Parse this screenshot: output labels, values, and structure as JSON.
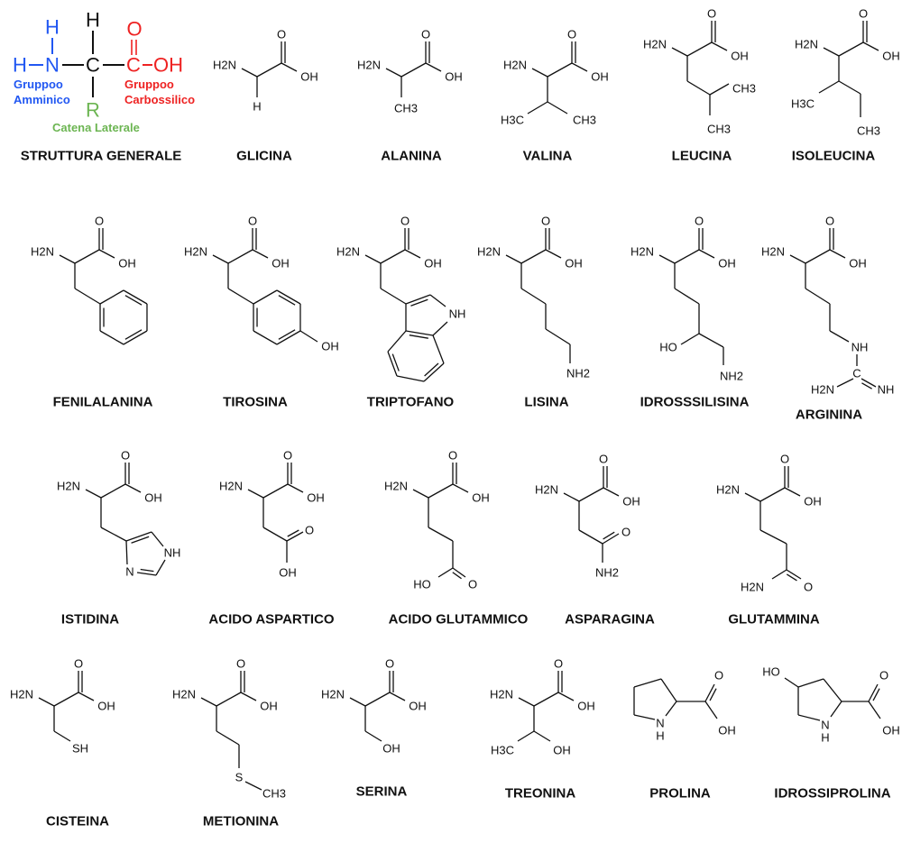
{
  "colors": {
    "amino": "#2157f2",
    "carboxyl": "#ee2222",
    "side_chain": "#6cb552",
    "bond": "#111111"
  },
  "general": {
    "name": "STRUTTURA GENERALE",
    "h_amino_top": "H",
    "h_amino_left": "H",
    "n_amino": "N",
    "c_alpha": "C",
    "h_alpha": "H",
    "c_carboxyl": "C",
    "o_carboxyl": "O",
    "oh_carboxyl": "OH",
    "r_group": "R",
    "amino_label_1": "Gruppoo",
    "amino_label_2": "Amminico",
    "carboxyl_label_1": "Gruppoo",
    "carboxyl_label_2": "Carbossilico",
    "side_chain_label": "Catena Laterale"
  },
  "amino_acids": [
    {
      "name": "GLICINA",
      "atoms": [
        "H2N",
        "O",
        "OH",
        "H"
      ]
    },
    {
      "name": "ALANINA",
      "atoms": [
        "H2N",
        "O",
        "OH",
        "CH3"
      ]
    },
    {
      "name": "VALINA",
      "atoms": [
        "H2N",
        "O",
        "OH",
        "H3C",
        "CH3"
      ]
    },
    {
      "name": "LEUCINA",
      "atoms": [
        "H2N",
        "O",
        "OH",
        "CH3",
        "CH3"
      ]
    },
    {
      "name": "ISOLEUCINA",
      "atoms": [
        "H2N",
        "O",
        "OH",
        "H3C",
        "CH3"
      ]
    },
    {
      "name": "FENILALANINA",
      "atoms": [
        "H2N",
        "O",
        "OH"
      ]
    },
    {
      "name": "TIROSINA",
      "atoms": [
        "H2N",
        "O",
        "OH",
        "OH"
      ]
    },
    {
      "name": "TRIPTOFANO",
      "atoms": [
        "H2N",
        "O",
        "OH",
        "NH"
      ]
    },
    {
      "name": "LISINA",
      "atoms": [
        "H2N",
        "O",
        "OH",
        "NH2"
      ]
    },
    {
      "name": "IDROSSSILISINA",
      "atoms": [
        "H2N",
        "O",
        "OH",
        "HO",
        "NH2"
      ]
    },
    {
      "name": "ARGININA",
      "atoms": [
        "H2N",
        "O",
        "OH",
        "NH",
        "C",
        "H2N",
        "NH"
      ]
    },
    {
      "name": "ISTIDINA",
      "atoms": [
        "H2N",
        "O",
        "OH",
        "NH",
        "N"
      ]
    },
    {
      "name": "ACIDO ASPARTICO",
      "atoms": [
        "H2N",
        "O",
        "OH",
        "O",
        "OH"
      ]
    },
    {
      "name": "ACIDO GLUTAMMICO",
      "atoms": [
        "H2N",
        "O",
        "OH",
        "HO",
        "O"
      ]
    },
    {
      "name": "ASPARAGINA",
      "atoms": [
        "H2N",
        "O",
        "OH",
        "O",
        "NH2"
      ]
    },
    {
      "name": "GLUTAMMINA",
      "atoms": [
        "H2N",
        "O",
        "OH",
        "H2N",
        "O"
      ]
    },
    {
      "name": "CISTEINA",
      "atoms": [
        "H2N",
        "O",
        "OH",
        "SH"
      ]
    },
    {
      "name": "METIONINA",
      "atoms": [
        "H2N",
        "O",
        "OH",
        "S",
        "CH3"
      ]
    },
    {
      "name": "SERINA",
      "atoms": [
        "H2N",
        "O",
        "OH",
        "OH"
      ]
    },
    {
      "name": "TREONINA",
      "atoms": [
        "H2N",
        "O",
        "OH",
        "H3C",
        "OH"
      ]
    },
    {
      "name": "PROLINA",
      "atoms": [
        "N",
        "H",
        "O",
        "OH"
      ]
    },
    {
      "name": "IDROSSIPROLINA",
      "atoms": [
        "HO",
        "N",
        "H",
        "O",
        "OH"
      ]
    }
  ]
}
